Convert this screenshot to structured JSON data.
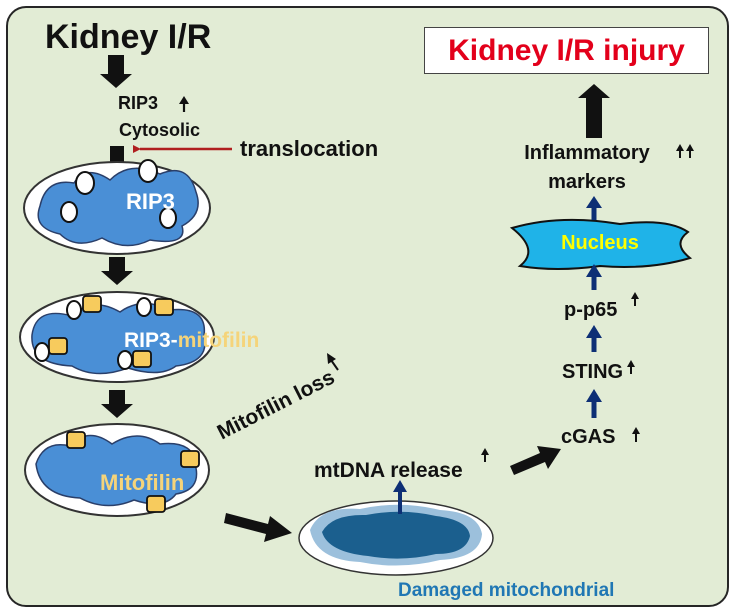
{
  "diagram": {
    "title": "Kidney I/R",
    "left_pathway": {
      "rip3_label": "RIP3",
      "cytosolic_label": "Cytosolic",
      "translocation_label": "translocation",
      "mito_rip3_label": "RIP3",
      "complex_label_part1": "RIP3-",
      "complex_label_part2": "mitofilin",
      "mitofilin_label": "Mitofilin",
      "mitofilin_loss_label": "Mitofilin loss",
      "mtdna_release_label": "mtDNA release",
      "damaged_label": "Damaged  mitochondrial"
    },
    "right_pathway": {
      "injury_label": "Kidney I/R injury",
      "inflammatory_label": "Inflammatory",
      "markers_label": "markers",
      "nucleus_label": "Nucleus",
      "pp65_label": "p-p65",
      "sting_label": "STING",
      "cgas_label": "cGAS"
    },
    "colors": {
      "background": "#e2ecd5",
      "mitochondria": "#4a8fd6",
      "nucleus": "#1fb3e8",
      "damaged": "#1b5f8e",
      "injury_text": "#e3001b",
      "complex_marker": "#f7cb5d",
      "dark_arrow": "#0d2f75",
      "translocation_arrow": "#b01f1f"
    }
  }
}
